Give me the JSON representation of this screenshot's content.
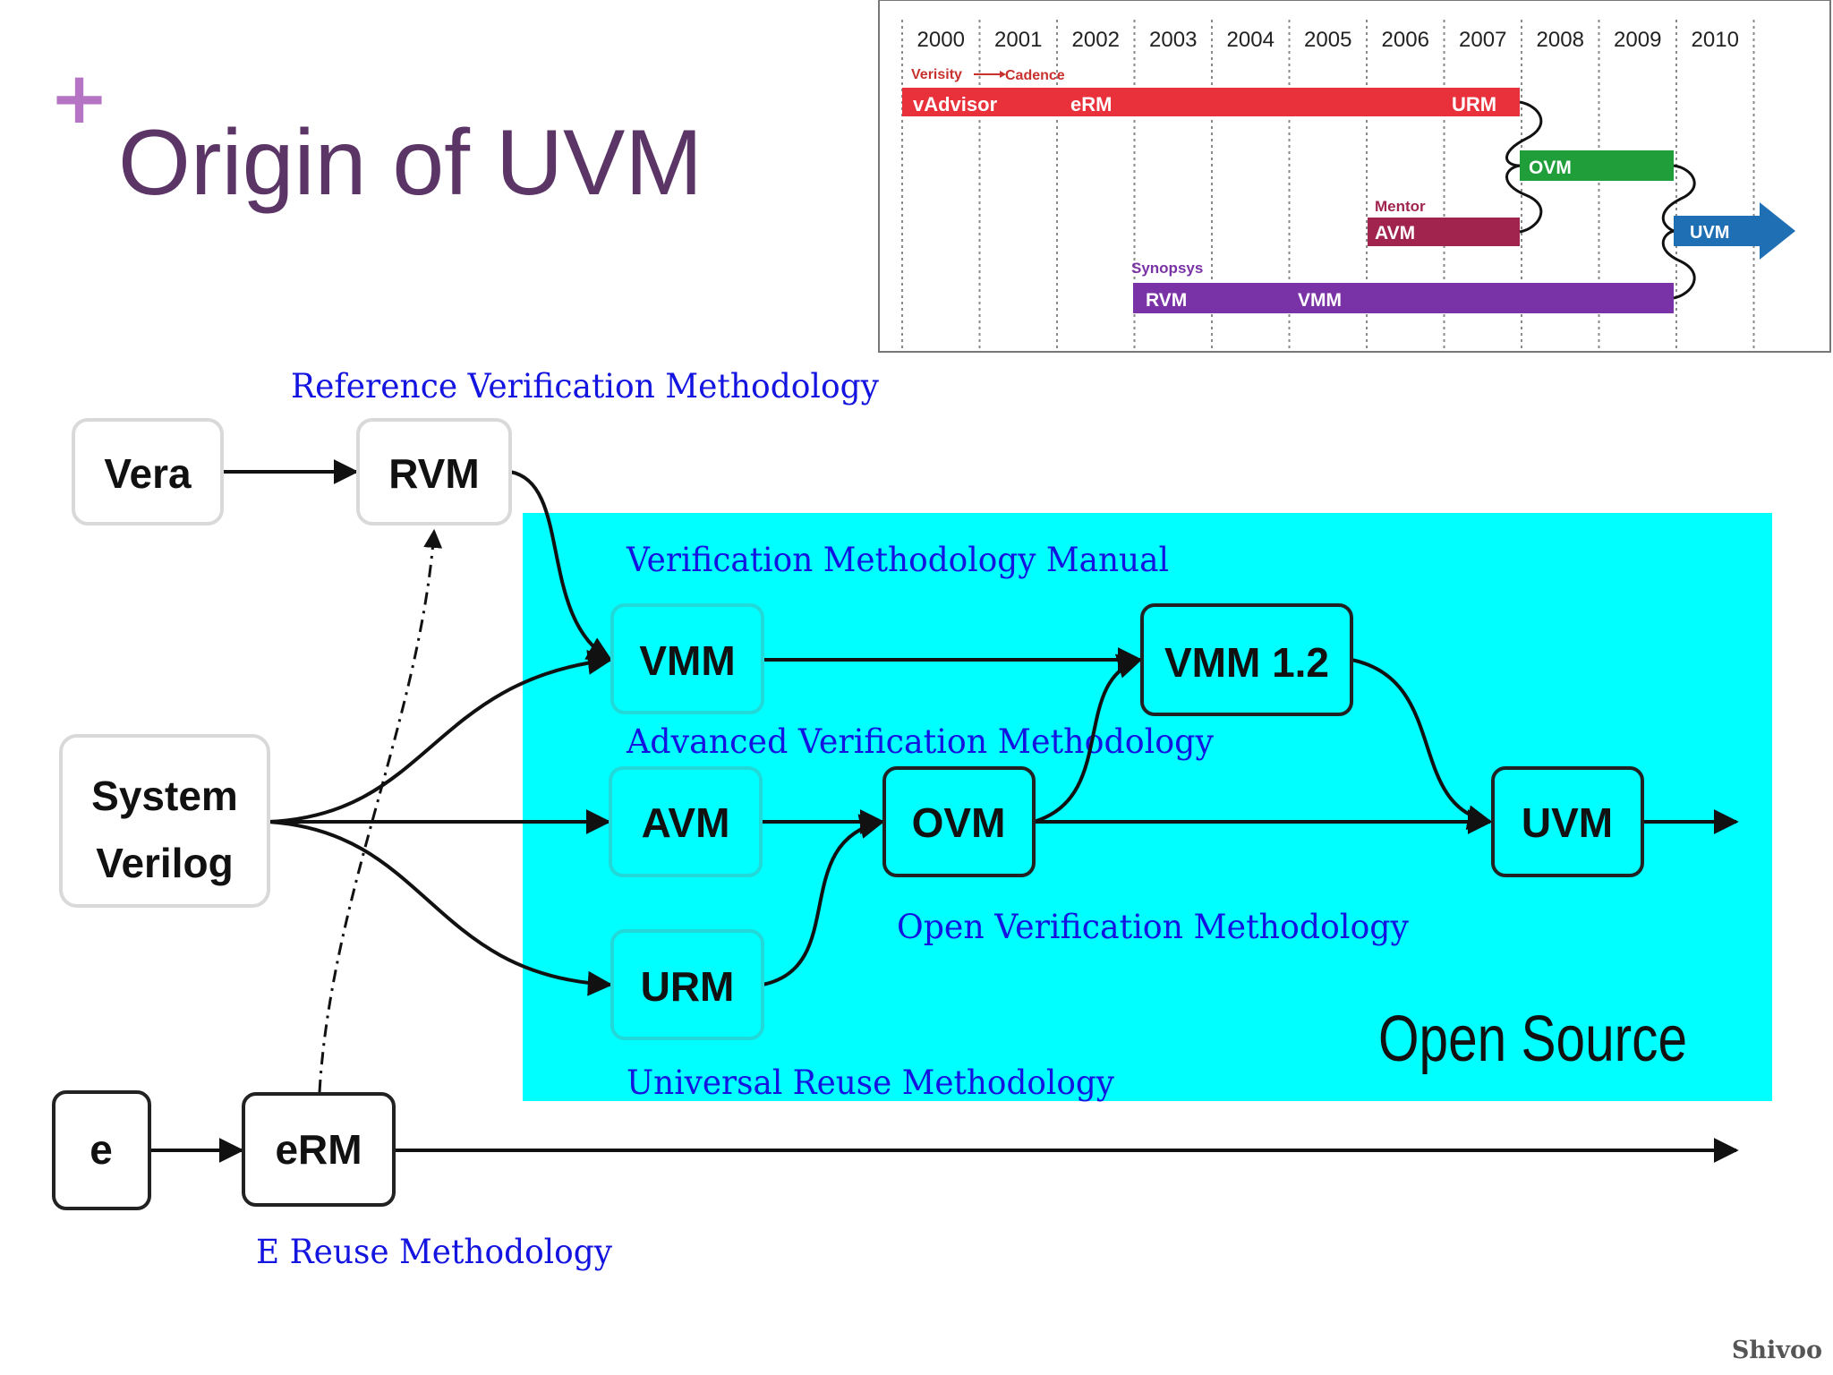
{
  "slide": {
    "plus_mark": "+",
    "title": "Origin of UVM",
    "credit": "Shivoo"
  },
  "timeline": {
    "years": [
      "2000",
      "2001",
      "2002",
      "2003",
      "2004",
      "2005",
      "2006",
      "2007",
      "2008",
      "2009",
      "2010"
    ],
    "labels": {
      "verisity": "Verisity",
      "cadence": "Cadence",
      "mentor": "Mentor",
      "synopsys": "Synopsys"
    },
    "bars": {
      "red": {
        "label_1": "vAdvisor",
        "label_2": "eRM",
        "label_3": "URM",
        "color": "#e8313a"
      },
      "ovm": {
        "label": "OVM",
        "color": "#1f9e3a"
      },
      "avm": {
        "label": "AVM",
        "color": "#a1244f"
      },
      "uvm": {
        "label": "UVM",
        "color": "#1f6fb5"
      },
      "synopsys": {
        "label_1": "RVM",
        "label_2": "VMM",
        "color": "#7a33a6"
      }
    }
  },
  "diagram": {
    "region_label": "Open Source",
    "region_color": "#00ffff",
    "nodes": {
      "vera": "Vera",
      "rvm": "RVM",
      "vmm": "VMM",
      "vmm12": "VMM 1.2",
      "system_verilog_1": "System",
      "system_verilog_2": "Verilog",
      "avm": "AVM",
      "ovm": "OVM",
      "uvm": "UVM",
      "urm": "URM",
      "e": "e",
      "erm": "eRM"
    },
    "annotations": {
      "rvm": "Reference Verification Methodology",
      "vmm": "Verification Methodology Manual",
      "avm": "Advanced Verification Methodology",
      "ovm": "Open Verification Methodology",
      "urm": "Universal Reuse Methodology",
      "erm": "E Reuse Methodology"
    },
    "annotation_color": "#1414e0"
  }
}
